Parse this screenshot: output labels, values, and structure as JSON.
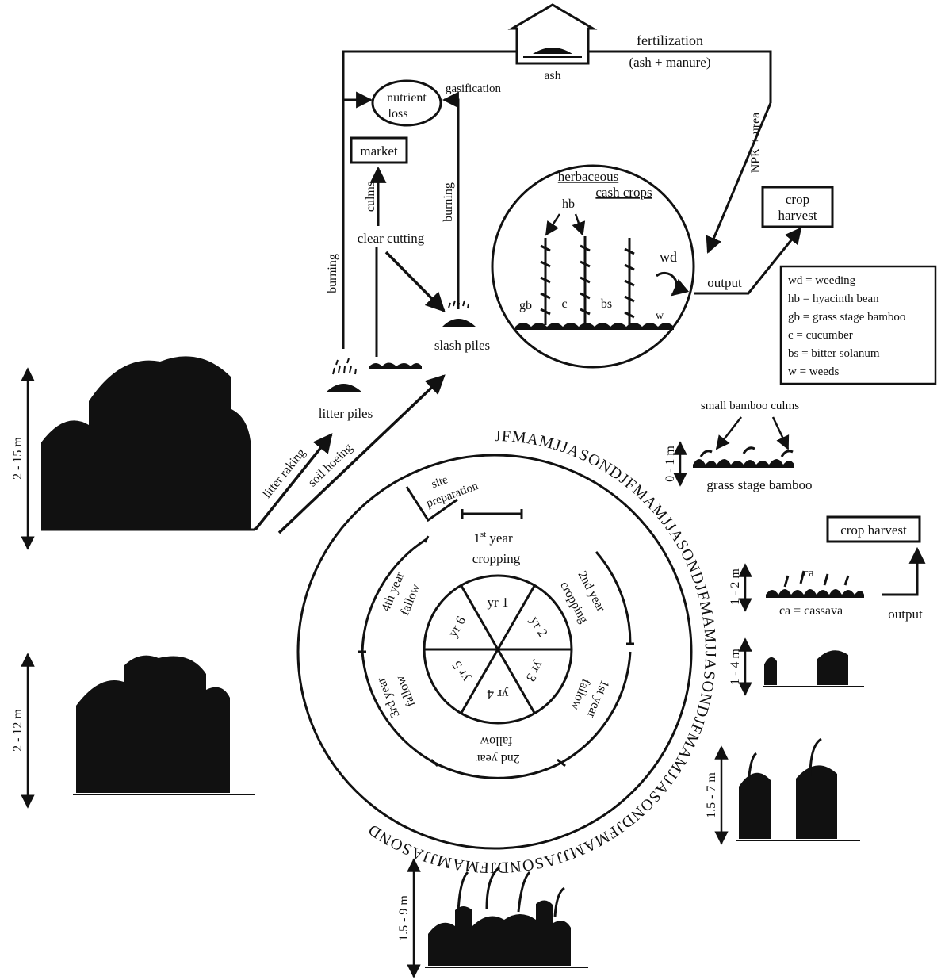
{
  "labels": {
    "ash": "ash",
    "fertilization": "fertilization",
    "ash_manure": "(ash + manure)",
    "gasification": "gasification",
    "nutrient_loss_1": "nutrient",
    "nutrient_loss_2": "loss",
    "market": "market",
    "culms": "culms",
    "clear_cutting": "clear cutting",
    "burning_left": "burning",
    "burning_mid": "burning",
    "slash_piles": "slash piles",
    "litter_piles": "litter piles",
    "litter_raking": "litter raking",
    "soil_hoeing": "soil hoeing",
    "npk_urea": "NPK + urea",
    "herbaceous": "herbaceous",
    "cash_crops": "cash crops",
    "hb": "hb",
    "gb": "gb",
    "c": "c",
    "bs": "bs",
    "wd": "wd",
    "w": "w",
    "output_top": "output",
    "crop_harvest_top_1": "crop",
    "crop_harvest_top_2": "harvest",
    "small_bamboo_culms": "small bamboo culms",
    "grass_stage_bamboo": "grass stage bamboo",
    "crop_harvest_bottom": "crop harvest",
    "ca": "ca",
    "ca_legend": "ca = cassava",
    "output_bottom": "output",
    "site_prep_1": "site",
    "site_prep_2": "preparation",
    "first_year_1": "1",
    "first_year_sup": "st",
    "first_year_2": " year",
    "first_year_3": "cropping",
    "second_year_1": "2nd year",
    "second_year_2": "cropping",
    "first_fallow_1": "1st year",
    "first_fallow_2": "fallow",
    "second_fallow_1": "2nd year",
    "second_fallow_2": "fallow",
    "third_fallow_1": "3rd year",
    "third_fallow_2": "fallow",
    "fourth_fallow_1": "4th year",
    "fourth_fallow_2": "fallow"
  },
  "legend": [
    "wd = weeding",
    "hb = hyacinth bean",
    "gb = grass stage bamboo",
    "c   = cucumber",
    "bs = bitter solanum",
    "w  = weeds"
  ],
  "heights": {
    "h_2_15": "2 - 15 m",
    "h_2_12": "2 - 12 m",
    "h_1_5_9": "1.5 - 9 m",
    "h_0_1": "0 - 1 m",
    "h_1_2": "1 - 2 m",
    "h_1_4": "1 - 4 m",
    "h_1_5_7": "1.5 - 7 m"
  },
  "years": [
    "yr 1",
    "yr 2",
    "yr 3",
    "yr 4",
    "yr 5",
    "yr 6"
  ],
  "month_ring": "JFMAMJJASONDJFMAMJJASONDJFMAMJJASONDJFMAMJJASONDJFMAMJJASONDJFMAMJJASOND"
}
